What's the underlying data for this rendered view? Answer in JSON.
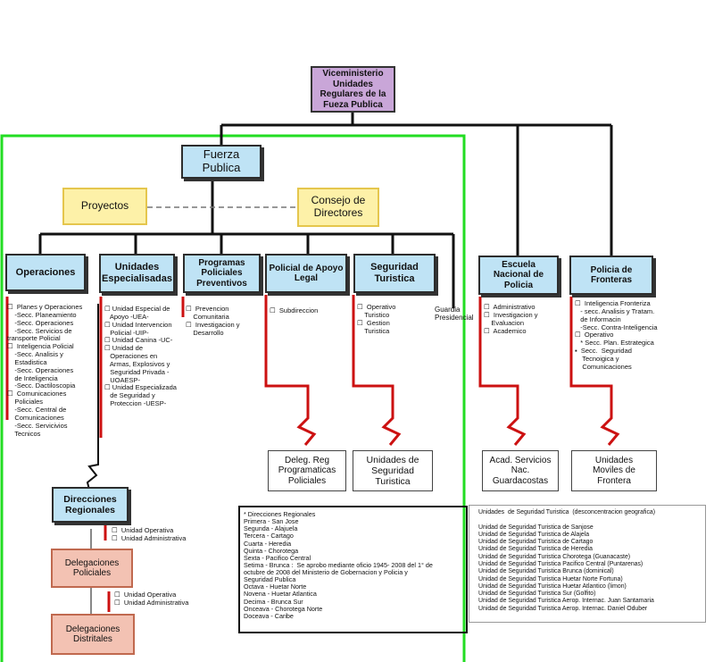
{
  "vice": "Viceministerio\nUnidades\nRegulares de la\nFueza Publica",
  "fuerza": "Fuerza\nPublica",
  "proyectos": "Proyectos",
  "consejo": "Consejo de\nDirectores",
  "units": [
    "Operaciones",
    "Unidades\nEspecialisadas",
    "Programas\nPoliciales\nPreventivos",
    "Policial de Apoyo\nLegal",
    "Seguridad\nTuristica",
    "Escuela\nNacional de\nPolicia",
    "Policia de\nFronteras"
  ],
  "guardia": "Guardia\nPresidencial",
  "lists": {
    "operaciones": "☐  Planes y Operaciones\n    -Secc. Planeamiento\n    -Secc. Operaciones\n    -Secc. Servicios de\ntransporte Policial\n☐  Inteligencia Policial\n    -Secc. Analisis y\n    Estadistica\n    -Secc. Operaciones\n    de Inteligencia\n    -Secc. Dactiloscopia\n☐  Comunicaciones\n    Policiales\n    -Secc. Central de\n    Comunicaciones\n    -Secc. Servicivios\n    Tecnicos",
    "especiales": "☐ Unidad Especial de\n   Apoyo -UEA-\n☐ Unidad Intervencion\n   Policial -UIP-\n☐ Unidad Canina -UC-\n☐ Unidad de\n   Operaciones en\n   Armas, Explosivos y\n   Seguridad Privada -\n   UOAESP-\n☐ Unidad Especializada\n   de Seguridad y\n   Proteccion -UESP-",
    "programas": "☐  Prevencion\n    Comunitaria\n☐  Investigacion y\n    Desarrollo",
    "apoyo": "☐  Subdireccion",
    "seguridad": "☐  Operativo\n    Turistico\n☐  Gestion\n    Turistica",
    "escuela": "☐  Administrativo\n☐  Investigacion y\n    Evaluacion\n☐  Academico",
    "fronteras": "☐  Inteligencia Fronteriza\n   - secc. Analisis y Tratam.\n   de Informacin\n   -Secc. Contra-Inteligencia\n☐  Operativo\n   * Secc. Plan. Estrategica\n▪  Secc.  Seguridad\n    Tecnoigica y\n    Comunicaciones"
  },
  "bottoms": {
    "deleg_reg": "Deleg. Reg\nProgramaticas\nPoliciales",
    "uni_seg": "Unidades de\nSeguridad\nTuristica",
    "acad": "Acad. Servicios\nNac.\nGuardacostas",
    "moviles": "Unidades\nMoviles de\nFrontera"
  },
  "direcciones": "Direcciones\nRegionales",
  "deleg_pol": "Delegaciones\nPoliciales",
  "deleg_dist": "Delegaciones\nDistritales",
  "sub1": "☐  Unidad Operativa\n☐  Unidad Administrativa",
  "sub2": "☐  Unidad Operativa\n☐  Unidad Administrativa",
  "regionales": "* Direcciones Regionales\nPrimera - San Jose\nSegunda - Alajuela\nTercera - Cartago\nCuarta - Heredia\nQuinta - Chorotega\nSexta - Pacifico Central\nSetima - Brunca :  Se aprobo mediante oficio 1945- 2008 del 1° de\noctubre de 2008 del Ministerio de Gobernacion y Policia y\nSeguridad Publica\nOctava - Huetar Norte\nNovena - Huetar Atlantica\nDecima - Brunca Sur\nOnceava - Chorotega Norte\nDoceava - Caribe",
  "turistica": "Unidades  de Seguridad Turistica  (desconcentracion geografica)\n\nUnidad de Seguridad Turistica de Sanjose\nUnidad de Seguridad Turistica de Alajela\nUnidad de Seguridad Turistica de Cartago\nUnidad de Seguridad Turistica de Heredia\nUnidad de Seguridad Turistica Chorotega (Guanacaste)\nUnidad de Seguridad Turistica Pacifico Central (Puntarenas)\nUnidad de Seguridad Turistica Brunca (dominical)\nUnidad de Seguridad Turistica Huetar Norte Fortuna)\nUnidad de Seguridad Turistica Huetar Atlantico (limon)\nUnidad de Seguridad Turistica Sur (Golfito)\nUnidad de Seguridad Turistica Aerop. Internac. Juan Santamaria\nUnidad de Seguridad Turistica Aerop. Internac. Daniel Oduber",
  "colors": {
    "accent_green": "#22dd22",
    "red_line": "#cc1111",
    "light_blue": "#bfe3f5"
  }
}
